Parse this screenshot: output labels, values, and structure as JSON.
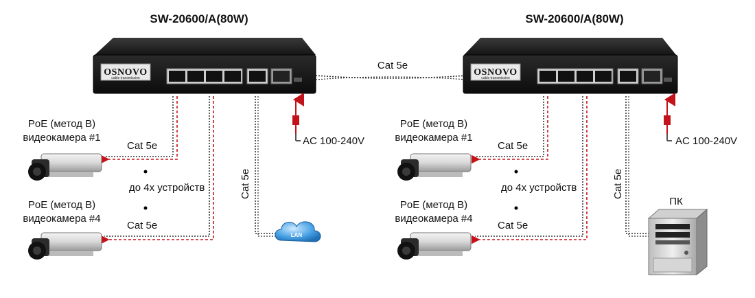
{
  "diagram": {
    "left": {
      "switch_title": "SW-20600/A(80W)",
      "logo": "OSNOVO",
      "logo_sub": "cable transmission",
      "cam1_label_line1": "PoE (метод B)",
      "cam1_label_line2": "видеокамера #1",
      "cam4_label_line1": "PoE (метод B)",
      "cam4_label_line2": "видеокамера #4",
      "cable1": "Cat 5e",
      "cable4": "Cat 5e",
      "uplink_cable": "Cat 5e",
      "devices": "до 4х  устройств",
      "power": "AC 100-240V",
      "cloud": "LAN"
    },
    "middle_cable": "Cat 5e",
    "right": {
      "switch_title": "SW-20600/A(80W)",
      "logo": "OSNOVO",
      "logo_sub": "cable transmission",
      "cam1_label_line1": "PoE (метод B)",
      "cam1_label_line2": "видеокамера #1",
      "cam4_label_line1": "PoE (метод B)",
      "cam4_label_line2": "видеокамера #4",
      "cable1": "Cat 5e",
      "cable4": "Cat 5e",
      "uplink_cable": "Cat 5e",
      "devices": "до 4х  устройств",
      "power": "AC 100-240V",
      "pc": "ПК"
    }
  }
}
